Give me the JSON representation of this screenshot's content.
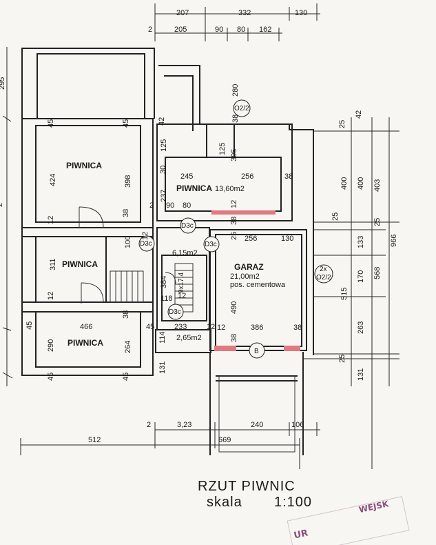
{
  "top": {
    "d1": "207",
    "d2": "332",
    "d3": "130",
    "s1": "2",
    "s2": "205",
    "s3": "90",
    "s4": "80",
    "s5": "162"
  },
  "rooms": {
    "piwnica_top": "PIWNICA",
    "piwnica_mid": "PIWNICA",
    "piwnica_bot": "PIWNICA",
    "piwnica_small": "PIWNICA",
    "piwnica_small_area": "13,60m2",
    "hall_area": "6,15m2",
    "wc_area": "2,65m2",
    "garage_name": "GARAZ",
    "garage_area": "21,00m2",
    "garage_floor": "pos. cementowa"
  },
  "symbols": {
    "d3_1": "D3c",
    "d3_2": "D3c",
    "d3_3": "D3c",
    "d3_4": "D3c",
    "o2_top_top": "O2/2",
    "o2_right_top": "2x",
    "o2_right_bot": "O2/2",
    "b": "B"
  },
  "dims": {
    "l_295": "295",
    "l_45a": "45",
    "l_424": "424",
    "l_12a": "12",
    "l_311": "311",
    "l_12b": "12",
    "l_45b": "45",
    "l_290": "290",
    "l_45c": "45",
    "c_45a": "45",
    "c_398": "398",
    "c_38a": "38",
    "c_100": "100",
    "c_38b": "38",
    "c_264": "264",
    "c_45b": "45",
    "c_466": "466",
    "c_45c": "45",
    "c_12": "12",
    "m_280": "280",
    "m_38": "38",
    "m_42": "42",
    "m_125a": "125",
    "m_125b": "125",
    "m_305": "305",
    "m_30": "30",
    "m_245": "245",
    "m_256a": "256",
    "m_38r": "38",
    "m_237": "237",
    "m_2": "2",
    "m_90": "90",
    "m_80": "80",
    "m_12a": "12",
    "m_38c": "38",
    "m_25a": "25",
    "m_256b": "256",
    "m_130": "130",
    "m_384": "384",
    "m_118": "118",
    "m_12b": "12",
    "m_9x17": "9x17,4",
    "m_233": "233",
    "m_12c": "12",
    "m_114": "114",
    "m_131": "131",
    "m_490": "490",
    "m_386": "386",
    "m_12d": "12",
    "m_38d": "38",
    "m_38e": "38",
    "r_25a": "25",
    "r_42": "42",
    "r_25b": "25",
    "r_400a": "400",
    "r_400b": "400",
    "r_403": "403",
    "r_966": "966",
    "r_25c": "25",
    "r_133": "133",
    "r_515": "515",
    "r_170": "170",
    "r_568": "568",
    "r_263": "263",
    "r_25d": "25",
    "r_131": "131",
    "b_2": "2",
    "b_323": "3,23",
    "b_240": "240",
    "b_106": "106",
    "b_512": "512",
    "b_669": "669",
    "l_edge": "2"
  },
  "title": {
    "line1": "RZUT PIWNIC",
    "line2_word": "skala",
    "line2_scale": "1:100"
  },
  "stamp": {
    "top": "UR",
    "mid": "WEJSK"
  }
}
